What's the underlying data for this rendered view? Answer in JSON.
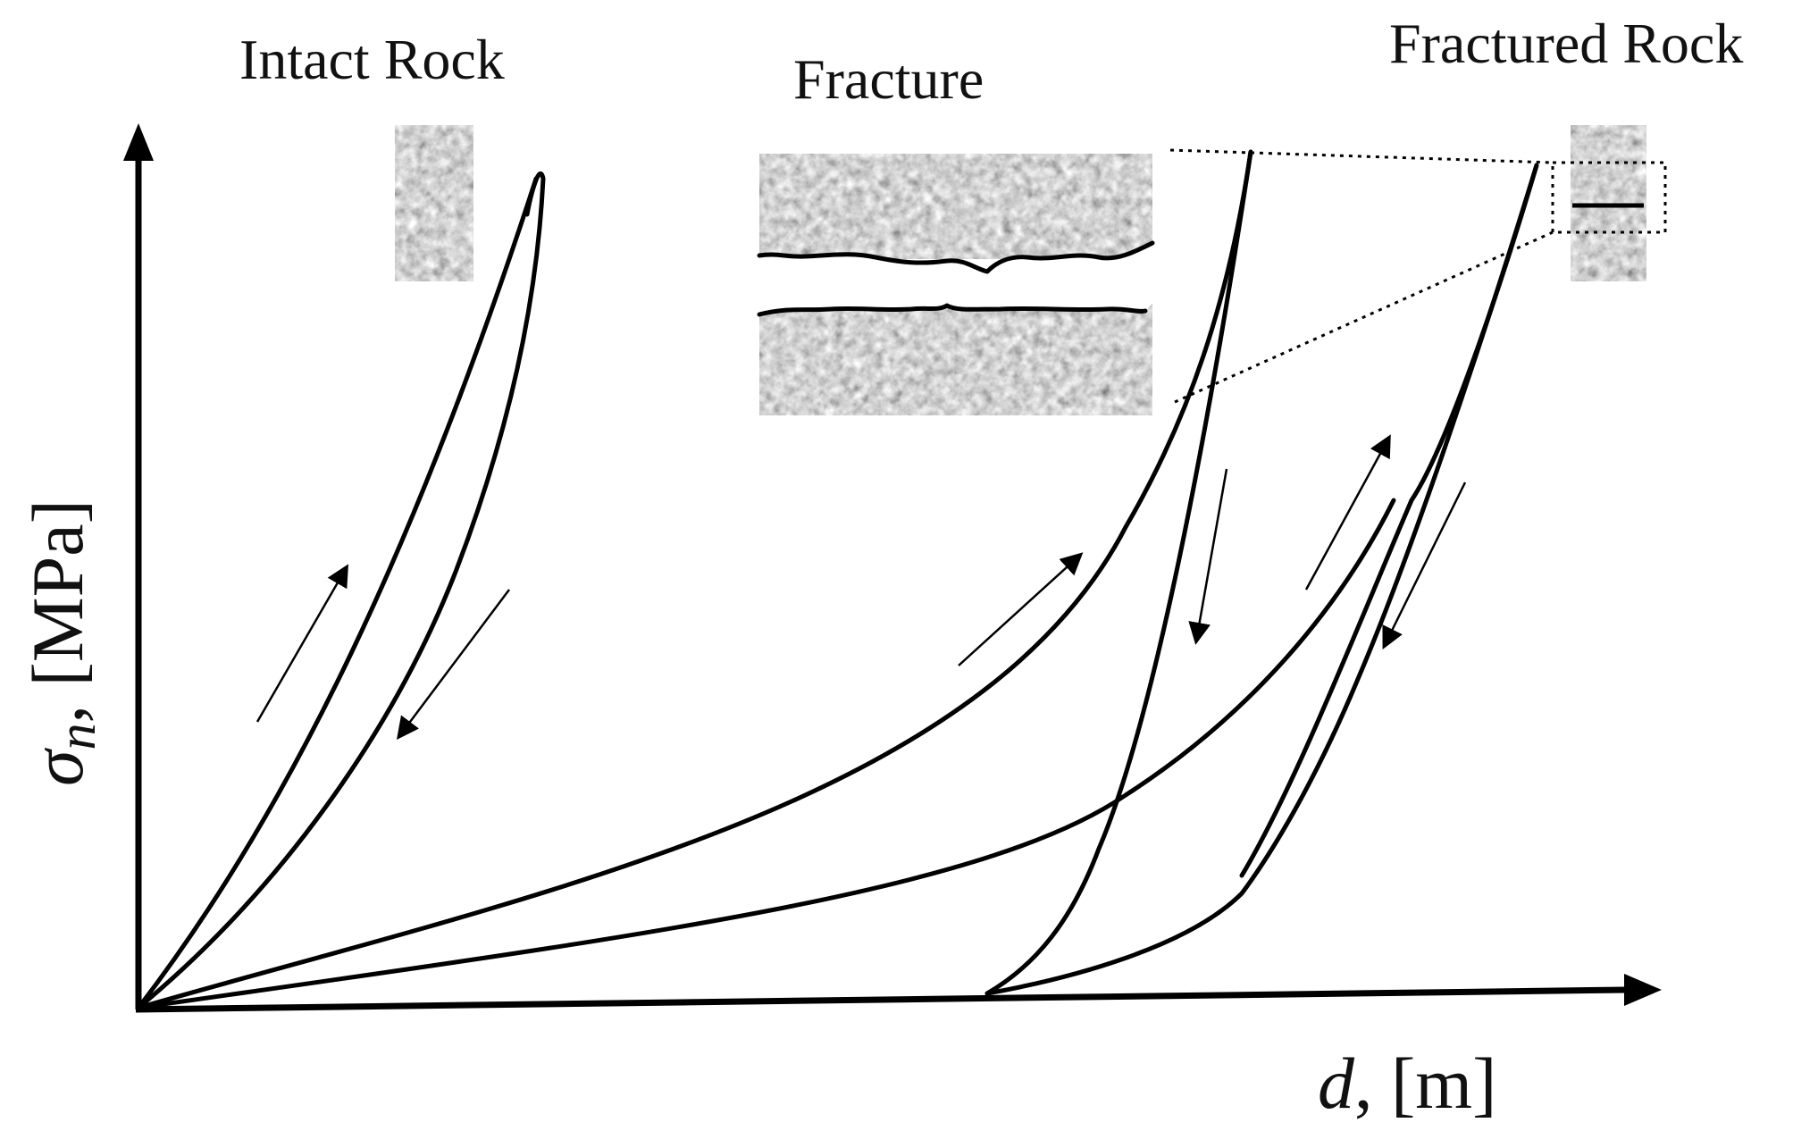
{
  "labels": {
    "intact_rock": "Intact Rock",
    "fracture": "Fracture",
    "fractured_rock": "Fractured Rock"
  },
  "axes": {
    "y_symbol": "σ",
    "y_subscript": "n",
    "y_unit": ", [MPa]",
    "x_symbol": "d",
    "x_unit": ", [m]"
  },
  "colors": {
    "line": "#000000",
    "rock_texture": "#a8a8a8",
    "background": "#ffffff"
  }
}
